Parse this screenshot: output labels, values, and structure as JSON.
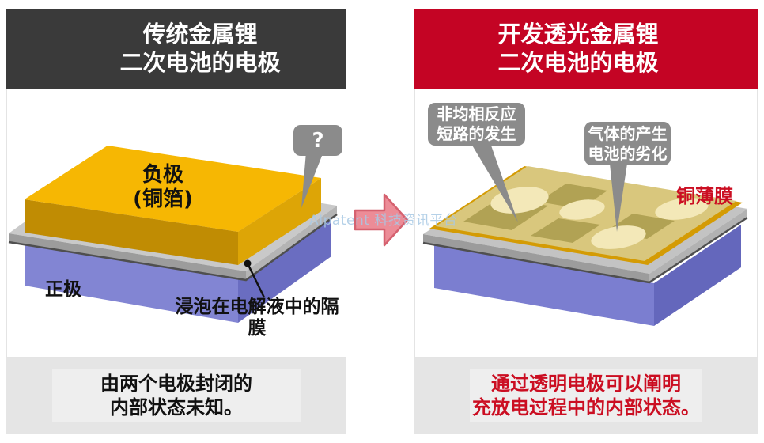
{
  "colors": {
    "header_dark": "#3a3a3a",
    "header_red": "#c40424",
    "text_red": "#cb0e22",
    "arrow_fill": "#ec8c97",
    "arrow_border": "#d5616f",
    "footer_bg": "#e5e5e5",
    "bubble_gray": "#8b8b8b",
    "watermark_blue": "#a9c9e5",
    "anode_yellow": "#f6b703",
    "cathode_purple": "#8285d3",
    "copper_tan": "#d9c77d"
  },
  "watermark": {
    "text": "AIpatent 科技资讯平台"
  },
  "left": {
    "header_line1": "传统金属锂",
    "header_line2": "二次电池的电极",
    "anode_label_line1": "负极",
    "anode_label_line2": "(铜箔)",
    "question_mark": "?",
    "cathode_label": "正极",
    "separator_label_line1": "浸泡在电解液中的隔",
    "separator_label_line2": "膜",
    "caption_line1": "由两个电极封闭的",
    "caption_line2": "内部状态未知。"
  },
  "right": {
    "header_line1": "开发透光金属锂",
    "header_line2": "二次电池的电极",
    "bubble1_line1": "非均相反应",
    "bubble1_line2": "短路的发生",
    "bubble2_line1": "气体的产生",
    "bubble2_line2": "电池的劣化",
    "copper_film_label": "铜薄膜",
    "caption_line1": "通过透明电极可以阐明",
    "caption_line2": "充放电过程中的内部状态。"
  }
}
